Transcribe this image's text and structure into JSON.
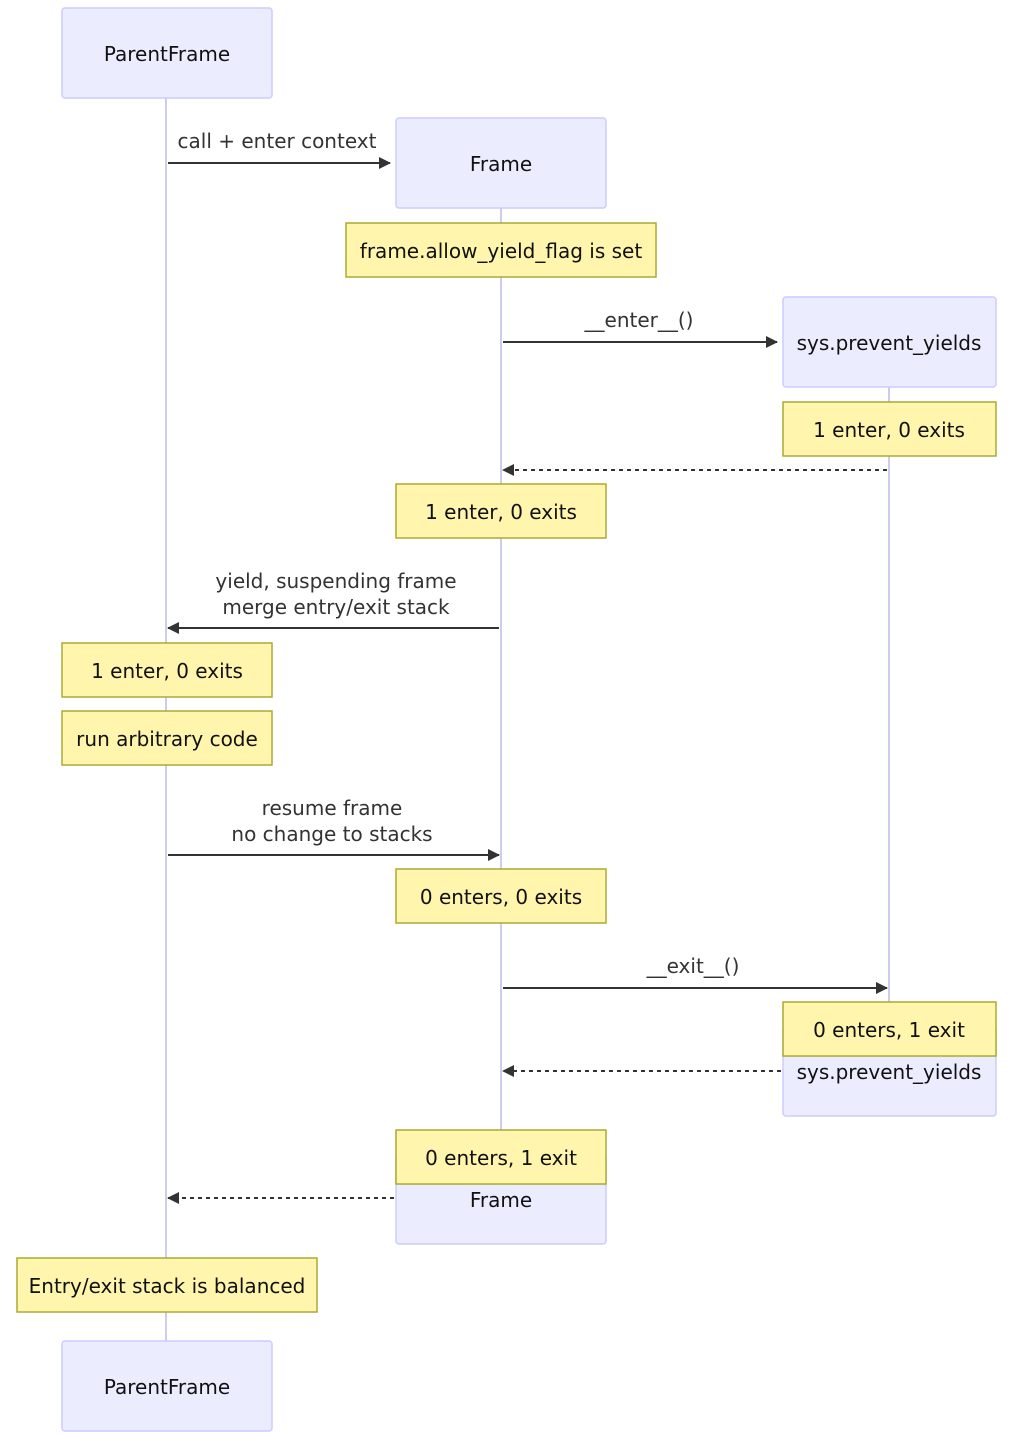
{
  "participants": {
    "parent": "ParentFrame",
    "frame": "Frame",
    "sys": "sys.prevent_yields"
  },
  "messages": {
    "call_enter": "call + enter context",
    "enter_call": "__enter__()",
    "yield_line1": "yield, suspending frame",
    "yield_line2": "merge entry/exit stack",
    "resume_line1": "resume frame",
    "resume_line2": "no change to stacks",
    "exit_call": "__exit__()"
  },
  "notes": {
    "allow_yield": "frame.allow_yield_flag is set",
    "sys_after_enter": "1 enter, 0 exits",
    "frame_after_enter": "1 enter, 0 exits",
    "parent_after_yield": "1 enter, 0 exits",
    "run_code": "run arbitrary code",
    "frame_after_resume": "0 enters, 0 exits",
    "sys_after_exit": "0 enters, 1 exit",
    "frame_after_exit": "0 enters, 1 exit",
    "balanced": "Entry/exit stack is balanced"
  },
  "colors": {
    "actor_fill": "#ECECFF",
    "actor_stroke": "#CCCCFF",
    "note_fill": "#FFF5AD",
    "note_stroke": "#AAAA33",
    "line": "#333333",
    "lifeline": "#CCCCEE"
  }
}
